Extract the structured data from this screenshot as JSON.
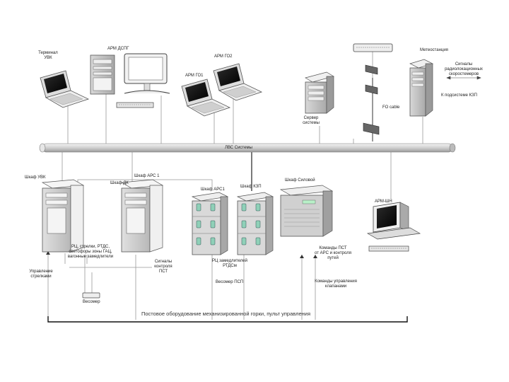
{
  "labels": {
    "terminal_uvk": "Терминал\nУВК",
    "arm_dspg": "АРМ ДСПГ",
    "arm_go2": "АРМ ГО2",
    "arm_go1": "АРМ ГО1",
    "meteo_station": "Метеостанция",
    "sensor_signals": "Сигналы\nрадиолокационных\nскоростемеров",
    "to_kzp": "К подсистеме КЗП",
    "fo_cable": "FO cable",
    "server": "Сервер\nсистемы",
    "bus": "ЛВС Системы",
    "cab_uvk": "Шкаф УВК",
    "cab_arc1_top": "Шкаф АРС 1",
    "cab_dk": "Шкаф ДК",
    "cab_arc1": "Шкаф АРС1",
    "cab_kzp": "Шкаф КЗП",
    "cab_power": "Шкаф Силовой",
    "arm_shn": "АРМ-ШН",
    "rc_text": "РЦ, стрелки, РТДС,\nсветофоры зоны ГАЦ,\nвагонные замедлители",
    "control_signals": "Сигналы\nконтроля\nПСТ",
    "rc_rts": "РЦ замедлителей\nРТДСм",
    "weigher": "Весомер ПСП",
    "commands_pst": "Команды ПСТ\nот АРС и контроля\nпутей",
    "command_valves": "Команды управления\nклапанами",
    "control_commands": "Управление\nстрелками",
    "vesomer": "Весомер",
    "field_equipment": "Постовое оборудование механизированной горки, пульт управления"
  }
}
